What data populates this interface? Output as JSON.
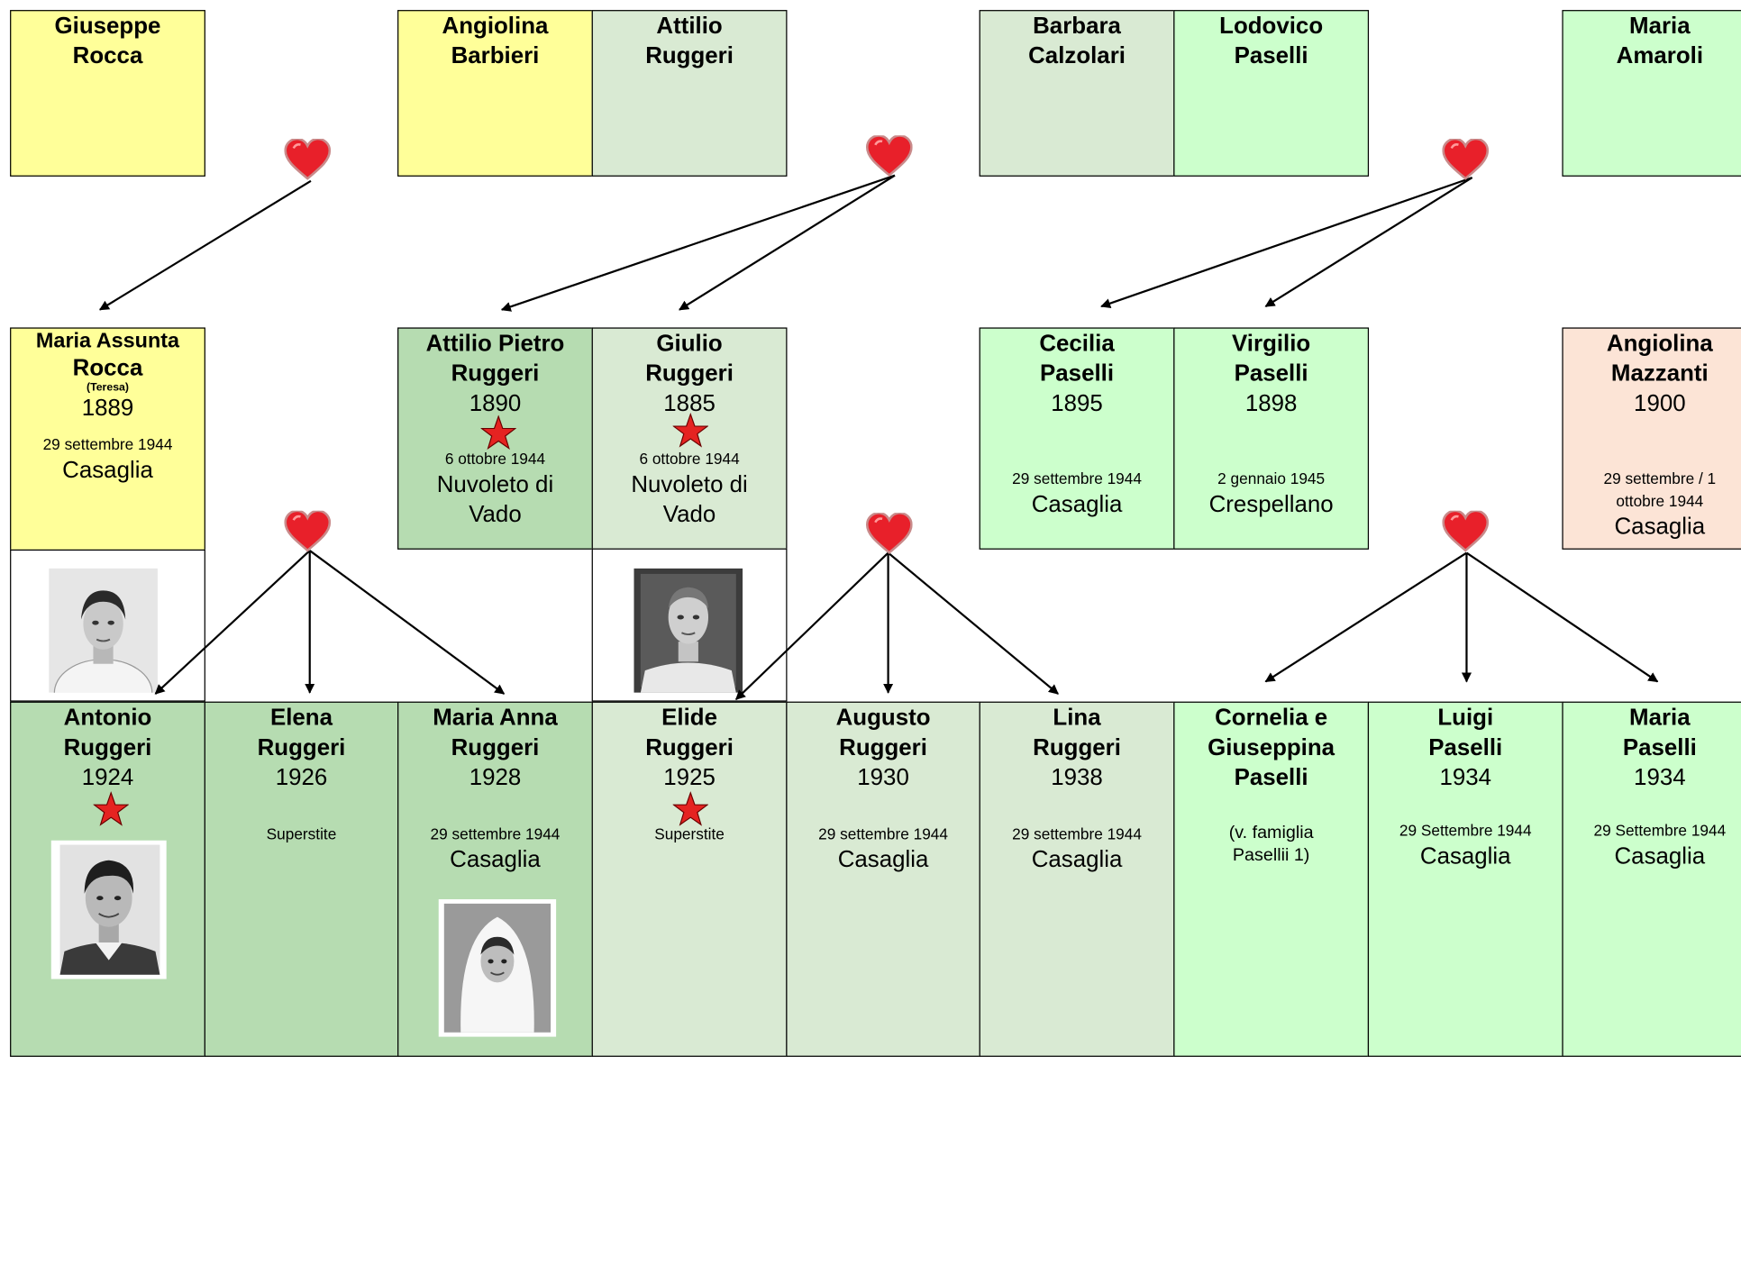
{
  "colors": {
    "yellow": "#ffff99",
    "pale_green": "#d9ead3",
    "mid_green": "#b6dcb1",
    "bright_green": "#ccffcc",
    "peach": "#fce4d6",
    "heart": "#e8202a",
    "star": "#e52321"
  },
  "row1": [
    {
      "name": "Giuseppe\nRocca"
    },
    {
      "name": "Angiolina\nBarbieri"
    },
    {
      "name": "Attilio\nRuggeri"
    },
    {
      "name": "Barbara\nCalzolari"
    },
    {
      "name": "Lodovico\nPaselli"
    },
    {
      "name": "Maria\nAmaroli"
    }
  ],
  "row2": [
    {
      "name": "Maria Assunta",
      "name2": "Rocca",
      "nickname": "(Teresa)",
      "year": "1889",
      "date": "29 settembre 1944",
      "place": "Casaglia"
    },
    {
      "name": "Attilio Pietro\nRuggeri",
      "year": "1890",
      "date": "6 ottobre 1944",
      "place": "Nuvoleto di\nVado"
    },
    {
      "name": "Giulio\nRuggeri",
      "year": "1885",
      "date": "6 ottobre 1944",
      "place": "Nuvoleto di\nVado"
    },
    {
      "name": "Cecilia\nPaselli",
      "year": "1895",
      "date": "29 settembre 1944",
      "place": "Casaglia"
    },
    {
      "name": "Virgilio\nPaselli",
      "year": "1898",
      "date": "2 gennaio 1945",
      "place": "Crespellano"
    },
    {
      "name": "Angiolina\nMazzanti",
      "year": "1900",
      "date": "29 settembre / 1\nottobre 1944",
      "place": "Casaglia"
    }
  ],
  "row3": [
    {
      "name": "Antonio\nRuggeri",
      "year": "1924"
    },
    {
      "name": "Elena\nRuggeri",
      "year": "1926",
      "date": "Superstite"
    },
    {
      "name": "Maria Anna\nRuggeri",
      "year": "1928",
      "date": "29 settembre 1944",
      "place": "Casaglia"
    },
    {
      "name": "Elide\nRuggeri",
      "year": "1925",
      "date": "Superstite"
    },
    {
      "name": "Augusto\nRuggeri",
      "year": "1930",
      "date": "29 settembre 1944",
      "place": "Casaglia"
    },
    {
      "name": "Lina\nRuggeri",
      "year": "1938",
      "date": "29 settembre 1944",
      "place": "Casaglia"
    },
    {
      "name": "Cornelia e\nGiuseppina\nPaselli",
      "date": "(v. famiglia\nPasellii 1)"
    },
    {
      "name": "Luigi\nPaselli",
      "year": "1934",
      "date": "29 Settembre 1944",
      "place": "Casaglia"
    },
    {
      "name": "Maria\nPaselli",
      "year": "1934",
      "date": "29 Settembre 1944",
      "place": "Casaglia"
    }
  ]
}
